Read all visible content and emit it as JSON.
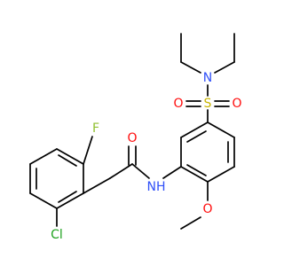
{
  "molecule": {
    "atom_labels": {
      "chlorine": "Cl",
      "fluorine": "F",
      "carbonyl_oxygen": "O",
      "amide_nh": "NH",
      "sulfonyl_sulfur": "S",
      "sulfonyl_oxygen_left": "O",
      "sulfonyl_oxygen_right": "O",
      "amine_nitrogen": "N",
      "methoxy_oxygen": "O"
    },
    "colors": {
      "bond": "#000000",
      "carbon_text": "#000000",
      "chlorine": "#1fa21f",
      "fluorine": "#8fbf2f",
      "oxygen": "#ff0d0d",
      "nitrogen": "#3050f8",
      "sulfur": "#c8b400"
    }
  }
}
